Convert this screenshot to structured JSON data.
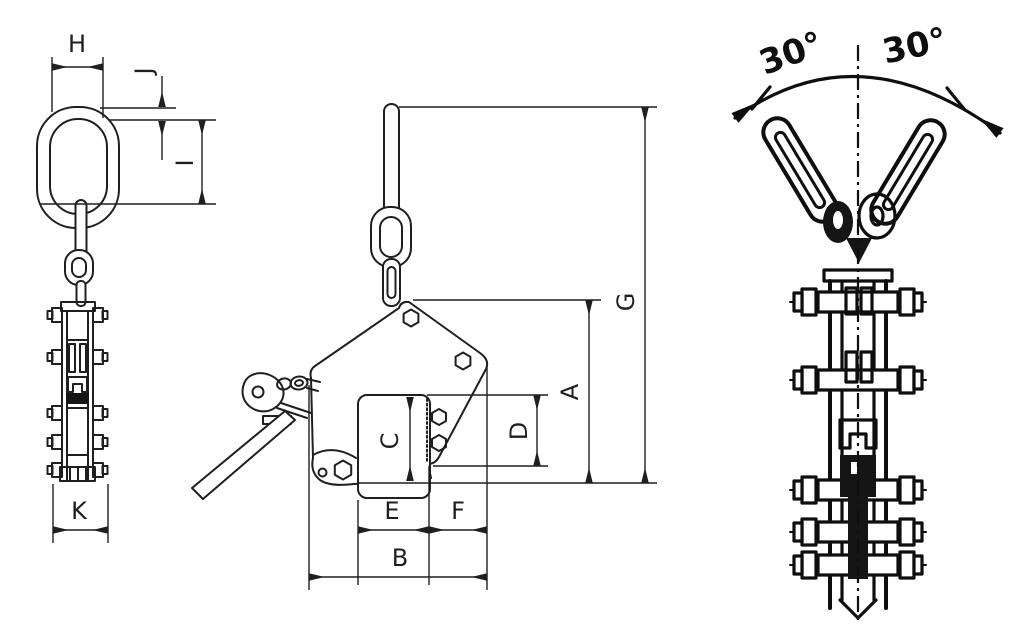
{
  "page": {
    "background": "#ffffff",
    "line_color": "#1f1f1f"
  },
  "views": {
    "side": {
      "dims": {
        "H": "H",
        "J": "J",
        "I": "I",
        "K": "K"
      }
    },
    "front": {
      "dims": {
        "A": "A",
        "B": "B",
        "C": "C",
        "D": "D",
        "E": "E",
        "F": "F",
        "G": "G"
      }
    },
    "swing": {
      "angles": {
        "left": "30°",
        "right": "30°"
      }
    }
  }
}
